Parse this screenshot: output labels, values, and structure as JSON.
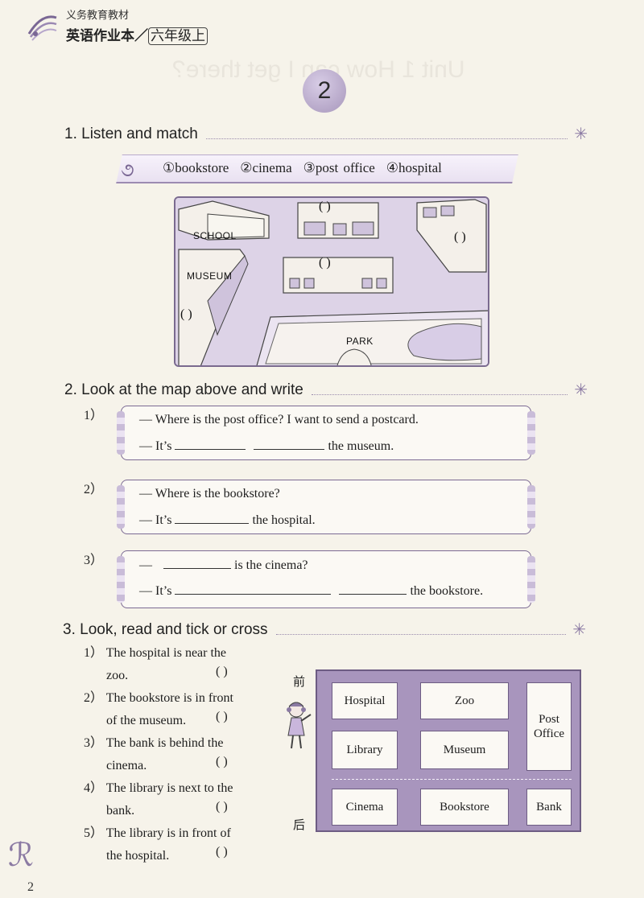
{
  "header": {
    "series": "义务教育教材",
    "book_title": "英语作业本／",
    "grade": "六年级上"
  },
  "lesson_number": "2",
  "ghost": {
    "unit_title": "Unit 1   How can I get there?"
  },
  "section1": {
    "heading": "1. Listen and match",
    "word_bank": [
      "①bookstore",
      "②cinema",
      "③post office",
      "④hospital"
    ],
    "map": {
      "labels": {
        "school": "SCHOOL",
        "museum": "MUSEUM",
        "park": "PARK"
      },
      "answer_slot": "(      )"
    }
  },
  "section2": {
    "heading": "2. Look at the map above and write",
    "items": [
      {
        "num": "1）",
        "q": "— Where is the post office? I want to send a postcard.",
        "a_prefix": "— It’s",
        "a_suffix": "the museum."
      },
      {
        "num": "2）",
        "q": "— Where is the bookstore?",
        "a_prefix": "— It’s",
        "a_suffix": "the hospital."
      },
      {
        "num": "3）",
        "q_prefix": "—",
        "q_suffix": "is the cinema?",
        "a_prefix": "— It’s",
        "a_suffix": "the bookstore."
      }
    ]
  },
  "section3": {
    "heading": "3. Look, read and tick or cross",
    "statements": [
      {
        "num": "1）",
        "line1": "The hospital is near the",
        "line2": "zoo."
      },
      {
        "num": "2）",
        "line1": "The bookstore is in front",
        "line2": "of the museum."
      },
      {
        "num": "3）",
        "line1": "The bank is behind the",
        "line2": "cinema."
      },
      {
        "num": "4）",
        "line1": "The library is next to the",
        "line2": "bank."
      },
      {
        "num": "5）",
        "line1": "The library is in front of",
        "line2": "the hospital."
      }
    ],
    "answer_box": "(      )",
    "direction_front": "前",
    "direction_back": "后",
    "map": {
      "hospital": "Hospital",
      "zoo": "Zoo",
      "post_office": "Post Office",
      "library": "Library",
      "museum": "Museum",
      "cinema": "Cinema",
      "bookstore": "Bookstore",
      "bank": "Bank"
    }
  },
  "page_number": "2"
}
